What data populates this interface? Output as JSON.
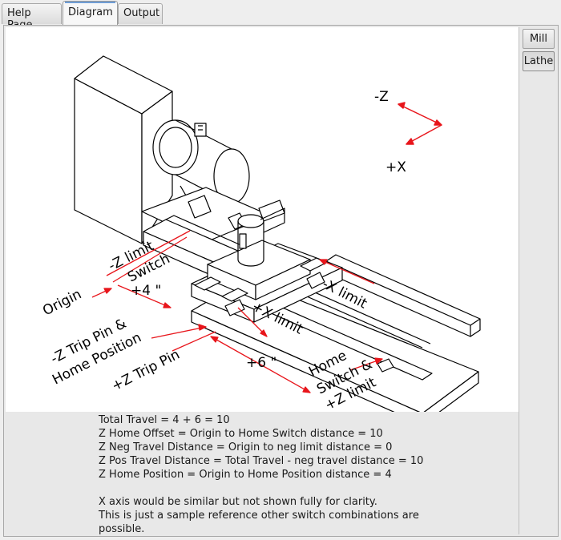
{
  "tabs": [
    {
      "label": "Help Page",
      "active": false
    },
    {
      "label": "Diagram",
      "active": true
    },
    {
      "label": "Output",
      "active": false
    }
  ],
  "side_buttons": [
    {
      "label": "Mill",
      "active": false
    },
    {
      "label": "Lathe",
      "active": true
    }
  ],
  "diagram": {
    "labels": {
      "neg_z": "-Z",
      "pos_x": "+X",
      "neg_z_limit_switch_1": "-Z limit",
      "neg_z_limit_switch_2": "Switch",
      "origin": "Origin",
      "four_inch": "+4 \"",
      "trip_pin_home_1": "-Z Trip Pin &",
      "trip_pin_home_2": "Home Position",
      "pos_z_trip_pin": "+Z Trip Pin",
      "six_inch": "+6 \"",
      "neg_x_limit": "-X limit",
      "pos_x_limit": "+X limit",
      "home_switch_1": "Home",
      "home_switch_2": "Switch &",
      "home_switch_3": "+Z limit"
    },
    "colors": {
      "arrow": "#e8151b",
      "line": "#000000",
      "background": "#ffffff"
    }
  },
  "description": {
    "lines": [
      "Total Travel = 4 + 6 = 10",
      "Z Home Offset = Origin to Home Switch distance = 10",
      "Z Neg Travel Distance = Origin to neg limit distance = 0",
      "Z Pos Travel Distance = Total Travel - neg travel distance = 10",
      "Z Home Position = Origin to Home Position distance = 4",
      "",
      "X axis would be similar but not shown fully for clarity.",
      "This is just a sample reference other switch combinations are",
      "possible."
    ]
  }
}
